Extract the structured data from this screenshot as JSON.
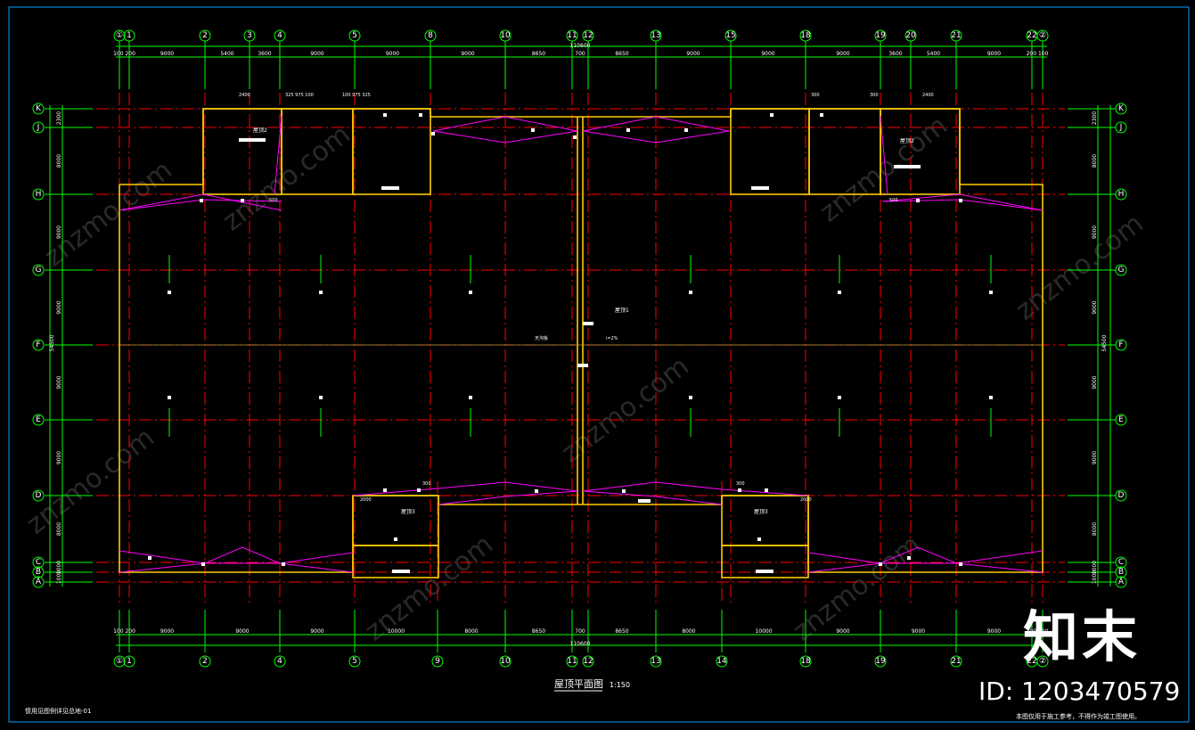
{
  "drawing": {
    "title": "屋顶平面图",
    "scale": "1:150",
    "sheet_label": "惯用见图例详见总地-01",
    "footnote": "本图仅用于施工参考，不得作为竣工图使用。",
    "total_dim_top": "110600",
    "total_dim_bottom": "110600",
    "total_dim_side": "54500"
  },
  "axes_top": [
    {
      "label": "①",
      "dim": "100 200"
    },
    {
      "label": "1",
      "dim": "9000"
    },
    {
      "label": "2",
      "dim": "5400"
    },
    {
      "label": "3",
      "dim": "3600"
    },
    {
      "label": "4",
      "dim": "9000"
    },
    {
      "label": "5",
      "dim": "9000"
    },
    {
      "label": "8",
      "dim": "9000"
    },
    {
      "label": "10",
      "dim": "8650"
    },
    {
      "label": "11",
      "dim": "700"
    },
    {
      "label": "12",
      "dim": "8650"
    },
    {
      "label": "13",
      "dim": "9000"
    },
    {
      "label": "15",
      "dim": "9000"
    },
    {
      "label": "18",
      "dim": "9000"
    },
    {
      "label": "19",
      "dim": "3600"
    },
    {
      "label": "20",
      "dim": "5400"
    },
    {
      "label": "21",
      "dim": "9000"
    },
    {
      "label": "22",
      "dim": "200 100"
    },
    {
      "label": "②",
      "dim": ""
    }
  ],
  "axes_bottom": [
    {
      "label": "①",
      "dim": "100 200"
    },
    {
      "label": "1",
      "dim": "9000"
    },
    {
      "label": "2",
      "dim": "9000"
    },
    {
      "label": "4",
      "dim": "9000"
    },
    {
      "label": "5",
      "dim": "10000"
    },
    {
      "label": "9",
      "dim": "8000"
    },
    {
      "label": "10",
      "dim": "8650"
    },
    {
      "label": "11",
      "dim": "700"
    },
    {
      "label": "12",
      "dim": "8650"
    },
    {
      "label": "13",
      "dim": "8000"
    },
    {
      "label": "14",
      "dim": "10000"
    },
    {
      "label": "18",
      "dim": "9000"
    },
    {
      "label": "19",
      "dim": "9000"
    },
    {
      "label": "21",
      "dim": "9000"
    },
    {
      "label": "22",
      "dim": "200 100"
    },
    {
      "label": "②",
      "dim": ""
    }
  ],
  "axes_side": [
    {
      "label": "K",
      "dim": "2300"
    },
    {
      "label": "J",
      "dim": "8000"
    },
    {
      "label": "H",
      "dim": "9000"
    },
    {
      "label": "G",
      "dim": "9000"
    },
    {
      "label": "F",
      "dim": "9000"
    },
    {
      "label": "E",
      "dim": "9000"
    },
    {
      "label": "D",
      "dim": "8000"
    },
    {
      "label": "C",
      "dim": "1000"
    },
    {
      "label": "B",
      "dim": "1000"
    },
    {
      "label": "A",
      "dim": ""
    }
  ],
  "room_labels": [
    "屋顶2",
    "屋顶2",
    "屋顶1",
    "屋顶3",
    "屋顶3"
  ],
  "annotations": {
    "gutter": "天沟板",
    "slope_center": "i=2% ",
    "dims_small": [
      "2400",
      "325 975 100",
      "100 975 325",
      "2400",
      "300",
      "300",
      "300",
      "300",
      "2000",
      "2000",
      "500",
      "500"
    ]
  },
  "watermark": "znzmo.com",
  "brand": {
    "logo_text": "知末",
    "id_text": "ID: 1203470579"
  },
  "colors": {
    "background": "#000000",
    "axis_line": "#ff0000",
    "bubble": "#00ff00",
    "wall": "#ffcc00",
    "slope": "#ff00ff",
    "dimension": "#00ff00",
    "frame": "#00a0ff"
  }
}
